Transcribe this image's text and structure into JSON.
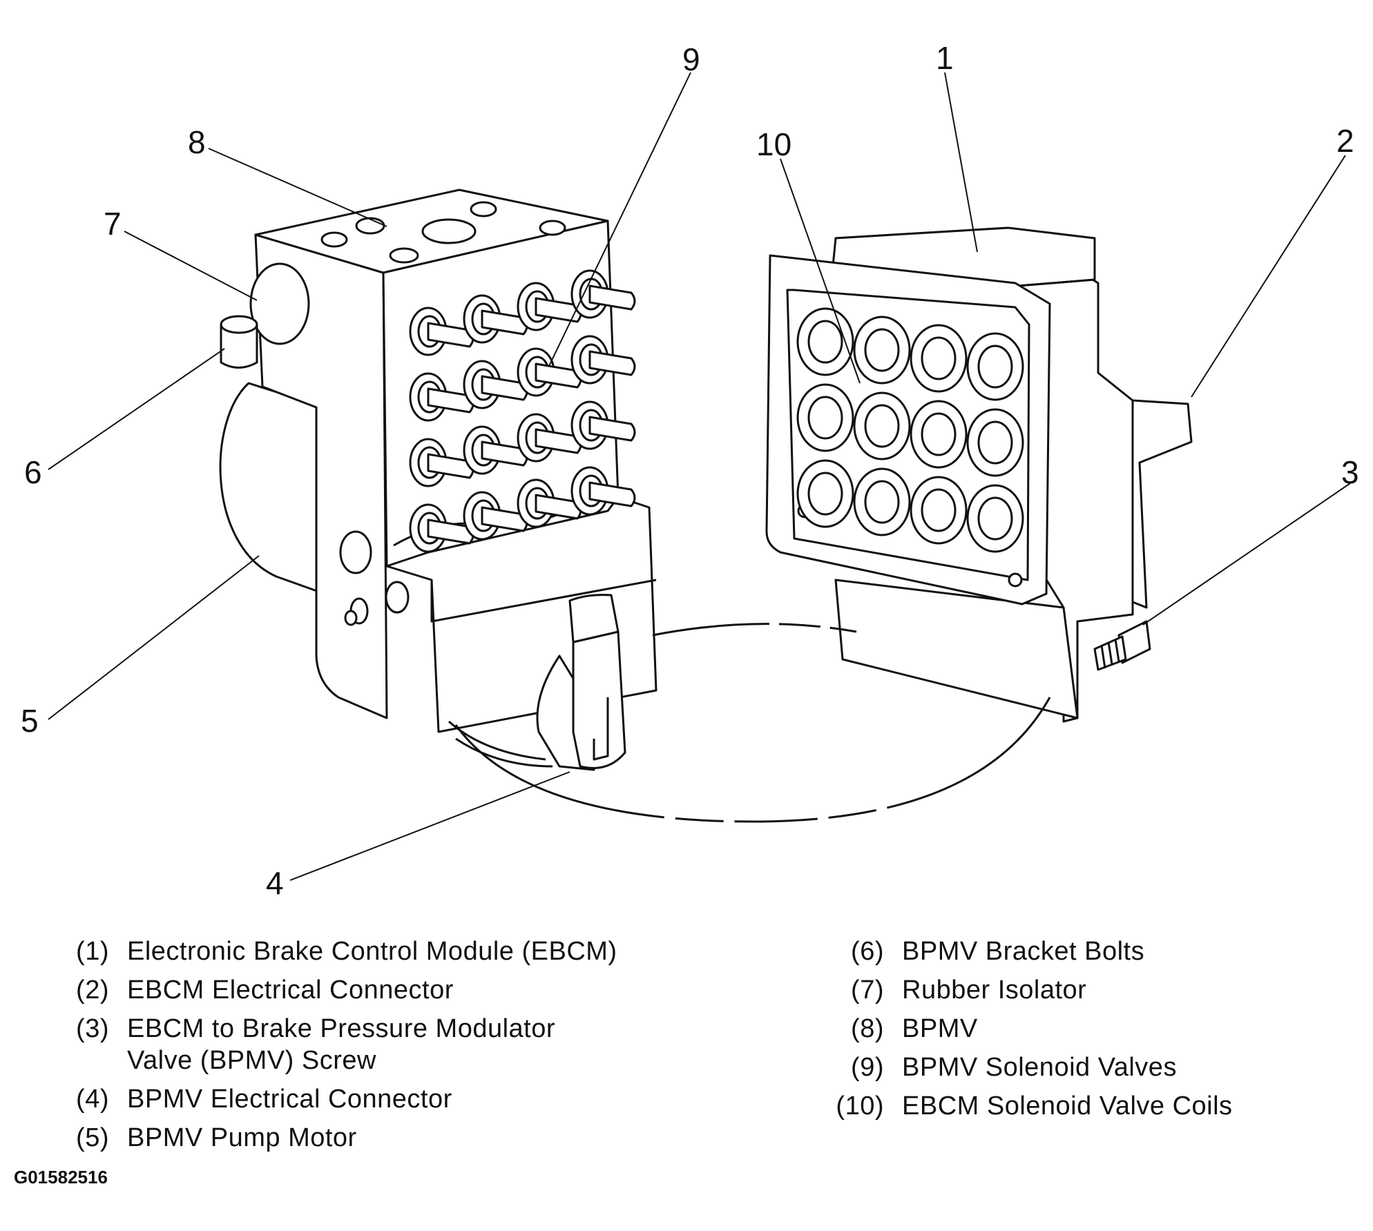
{
  "callouts": {
    "c1": "1",
    "c2": "2",
    "c3": "3",
    "c4": "4",
    "c5": "5",
    "c6": "6",
    "c7": "7",
    "c8": "8",
    "c9": "9",
    "c10": "10"
  },
  "legend": {
    "left": [
      {
        "num": "(1)",
        "text": "Electronic Brake Control Module (EBCM)"
      },
      {
        "num": "(2)",
        "text": "EBCM Electrical Connector"
      },
      {
        "num": "(3)",
        "text": "EBCM to Brake Pressure Modulator\nValve (BPMV) Screw"
      },
      {
        "num": "(4)",
        "text": "BPMV Electrical Connector"
      },
      {
        "num": "(5)",
        "text": "BPMV Pump Motor"
      }
    ],
    "right": [
      {
        "num": "(6)",
        "text": "BPMV Bracket Bolts"
      },
      {
        "num": "(7)",
        "text": "Rubber Isolator"
      },
      {
        "num": "(8)",
        "text": "BPMV"
      },
      {
        "num": "(9)",
        "text": "BPMV Solenoid Valves"
      },
      {
        "num": "(10)",
        "text": "EBCM Solenoid Valve Coils"
      }
    ]
  },
  "figure_id": "G01582516"
}
